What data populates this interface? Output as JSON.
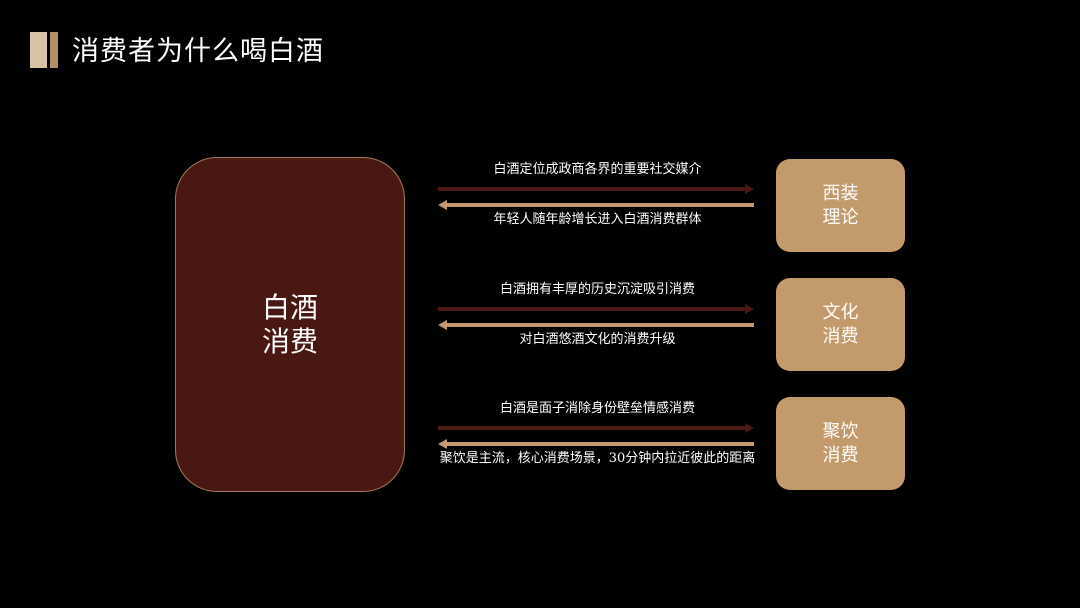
{
  "title": "消费者为什么喝白酒",
  "center": {
    "line1": "白酒",
    "line2": "消费"
  },
  "rows": [
    {
      "top_label": "白酒定位成政商各界的重要社交媒介",
      "bottom_label": "年轻人随年龄增长进入白酒消费群体",
      "box_line1": "西装",
      "box_line2": "理论"
    },
    {
      "top_label": "白酒拥有丰厚的历史沉淀吸引消费",
      "bottom_label": "对白酒悠酒文化的消费升级",
      "box_line1": "文化",
      "box_line2": "消费"
    },
    {
      "top_label": "白酒是面子消除身份壁垒情感消费",
      "bottom_label": "聚饮是主流，核心消费场景，30分钟内拉近彼此的距离",
      "box_line1": "聚饮",
      "box_line2": "消费"
    }
  ],
  "colors": {
    "background": "#000000",
    "main_box": "#4a1813",
    "side_box": "#c39a6b",
    "arrow_right": "#4a1a14",
    "arrow_left": "#c49a6c",
    "accent_light": "#d9c3a5",
    "accent_dark": "#b58f64"
  }
}
